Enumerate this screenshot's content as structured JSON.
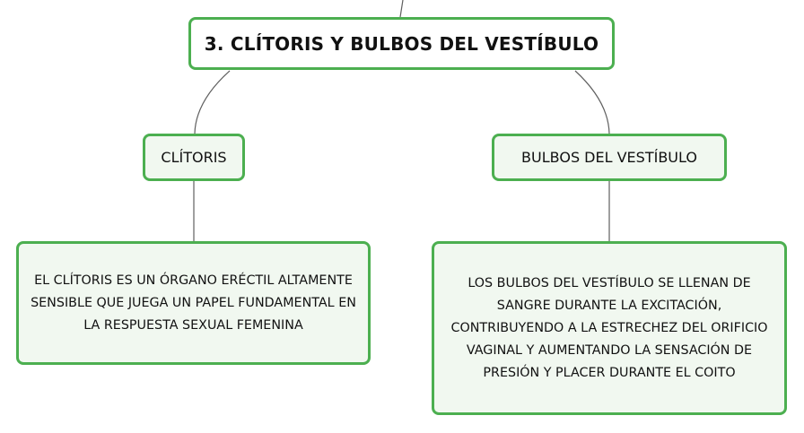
{
  "diagram": {
    "root": {
      "label": "3. CLÍTORIS Y BULBOS DEL VESTÍBULO"
    },
    "branches": [
      {
        "label": "CLÍTORIS",
        "description": "EL CLÍTORIS ES UN ÓRGANO ERÉCTIL ALTAMENTE SENSIBLE QUE JUEGA UN PAPEL FUNDAMENTAL EN LA RESPUESTA SEXUAL FEMENINA"
      },
      {
        "label": "BULBOS DEL VESTÍBULO",
        "description": "LOS BULBOS DEL VESTÍBULO SE LLENAN DE SANGRE DURANTE LA EXCITACIÓN, CONTRIBUYENDO A LA ESTRECHEZ DEL ORIFICIO VAGINAL Y AUMENTANDO LA SENSACIÓN DE PRESIÓN Y PLACER DURANTE EL COITO"
      }
    ],
    "colors": {
      "node_border": "#4caf50",
      "node_fill": "#f1f8f0",
      "connector": "#5f5f5f"
    }
  }
}
